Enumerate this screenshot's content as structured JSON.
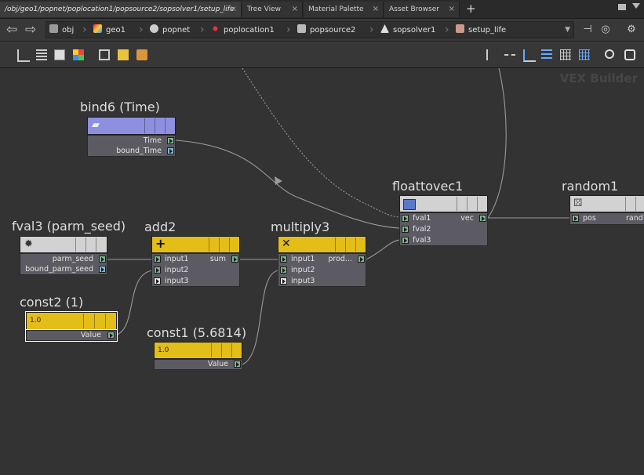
{
  "tabs": [
    {
      "label": "/obj/geo1/popnet/poplocation1/popsource2/sopsolver1/setup_life"
    },
    {
      "label": "Tree View"
    },
    {
      "label": "Material Palette"
    },
    {
      "label": "Asset Browser"
    }
  ],
  "tab_close": "×",
  "new_tab": "+",
  "nav": {
    "back": "⇦",
    "forward": "⇨"
  },
  "breadcrumbs": [
    "obj",
    "geo1",
    "popnet",
    "poplocation1",
    "popsource2",
    "sopsolver1",
    "setup_life"
  ],
  "watermark": "VEX Builder",
  "nodes": {
    "bind6": {
      "title": "bind6 (Time)",
      "outputs": [
        "Time",
        "bound_Time"
      ]
    },
    "fval3": {
      "title": "fval3 (parm_seed)",
      "outputs": [
        "parm_seed",
        "bound_parm_seed"
      ]
    },
    "add2": {
      "title": "add2",
      "icon": "+",
      "inputs": [
        "input1",
        "input2",
        "input3"
      ],
      "output": "sum"
    },
    "multiply3": {
      "title": "multiply3",
      "icon": "✕",
      "inputs": [
        "input1",
        "input2",
        "input3"
      ],
      "output": "prod..."
    },
    "floattovec1": {
      "title": "floattovec1",
      "inputs": [
        "fval1",
        "fval2",
        "fval3"
      ],
      "output": "vec"
    },
    "random1": {
      "title": "random1",
      "inputs": [
        "pos"
      ],
      "output": "rand"
    },
    "const2": {
      "title": "const2 (1)",
      "icon": "1.0",
      "output": "Value"
    },
    "const1": {
      "title": "const1 (5.6814)",
      "icon": "1.0",
      "output": "Value"
    }
  },
  "colors": {
    "purple_header": "#8f8fe0",
    "yellow_header": "#e3bd18",
    "gray_header": "#d0d0d0",
    "node_body": "#5c5a62",
    "canvas": "#333333"
  }
}
